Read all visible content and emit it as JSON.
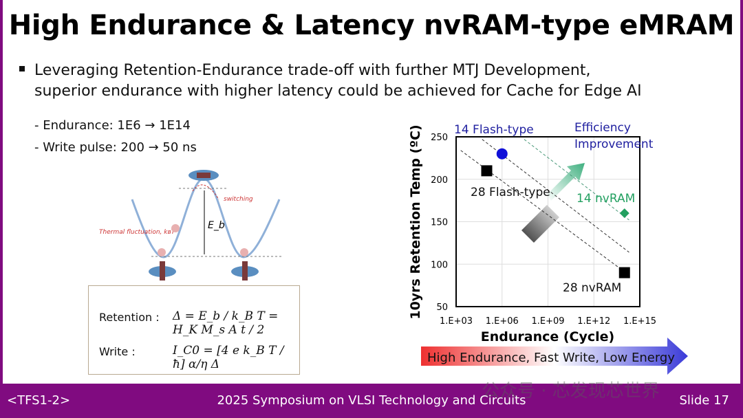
{
  "title": "High Endurance & Latency nvRAM-type eMRAM",
  "bullet": {
    "line1": "Leveraging Retention-Endurance trade-off with further MTJ Development,",
    "line2": "superior endurance with higher latency could be achieved for Cache for Edge AI"
  },
  "sub": [
    "- Endurance: 1E6 → 1E14",
    "- Write pulse: 200 → 50 ns"
  ],
  "diagram": {
    "switching": "switching",
    "thermal": "Thermal fluctuation, kʙT",
    "eb": "E_b"
  },
  "equations": {
    "retention_label": "Retention :",
    "retention_eq": "Δ = E_b / k_B T = H_K M_s A t / 2",
    "write_label": "Write :",
    "write_eq": "I_C0 = [4 e k_B T / ħ] α/η Δ"
  },
  "chart_data": {
    "type": "scatter",
    "xlabel": "Endurance (Cycle)",
    "ylabel": "10yrs Retention Temp (ºC)",
    "xscale": "log",
    "xlim": [
      1000.0,
      1000000000000000.0
    ],
    "ylim": [
      50,
      250
    ],
    "xticks": [
      "1.E+03",
      "1.E+06",
      "1.E+09",
      "1.E+12",
      "1.E+15"
    ],
    "yticks": [
      "50",
      "100",
      "150",
      "200",
      "250"
    ],
    "grid": true,
    "points": [
      {
        "label": "28 Flash-type",
        "x": 100000.0,
        "y": 210,
        "marker": "square",
        "color": "#000000"
      },
      {
        "label": "14 Flash-type",
        "x": 1000000.0,
        "y": 230,
        "marker": "circle",
        "color": "#1010d8"
      },
      {
        "label": "14 nvRAM",
        "x": 100000000000000.0,
        "y": 160,
        "marker": "diamond",
        "color": "#22a060"
      },
      {
        "label": "28 nvRAM",
        "x": 100000000000000.0,
        "y": 90,
        "marker": "square",
        "color": "#000000"
      }
    ],
    "trend_lines": [
      {
        "from": [
          2000.0,
          234
        ],
        "to": [
          200000000000000.0,
          87
        ],
        "color": "#333333"
      },
      {
        "from": [
          50000.0,
          247
        ],
        "to": [
          200000000000000.0,
          114
        ],
        "color": "#333333"
      },
      {
        "from": [
          28000000.0,
          247
        ],
        "to": [
          200000000000000.0,
          152
        ],
        "color": "#4a9a7a"
      }
    ],
    "annotation": "Efficiency Improvement",
    "arrow_banner": "High Endurance, Fast Write, Low Energy"
  },
  "footer": {
    "left": "<TFS1-2>",
    "center": "2025 Symposium on VLSI Technology and Circuits",
    "right": "Slide 17"
  },
  "watermark": "公众号 · 芯发现芯世界"
}
